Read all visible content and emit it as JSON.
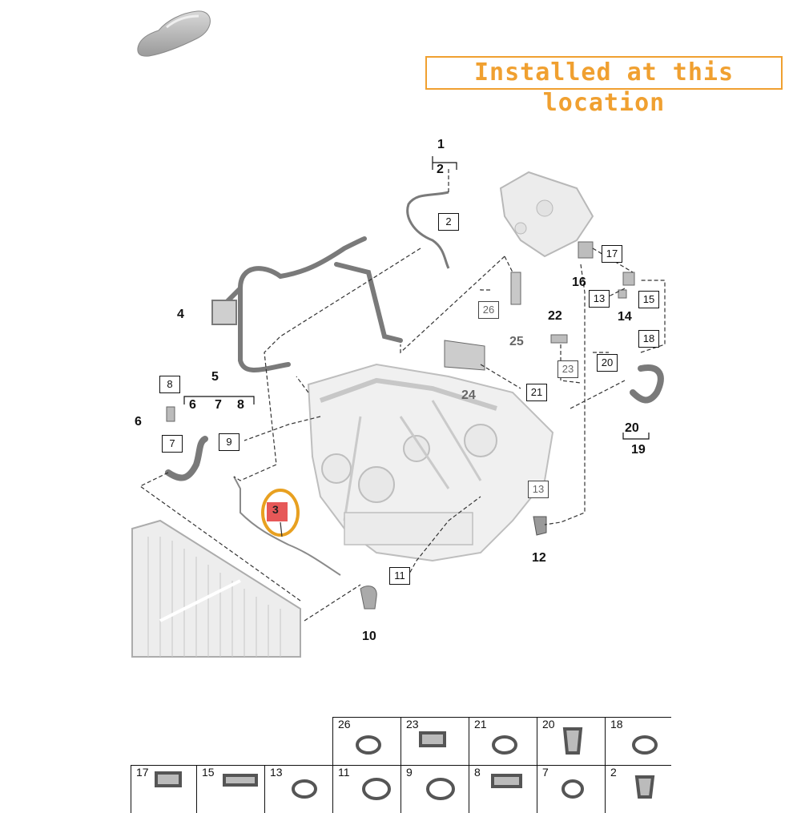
{
  "banner": {
    "text": "Installed at this location",
    "color": "#f0a030"
  },
  "highlight": {
    "part_number": "3",
    "color": "#e8a020",
    "marker_color": "#e23b3b"
  },
  "callouts": [
    {
      "id": "c1",
      "text": "1"
    },
    {
      "id": "c2",
      "text": "2"
    },
    {
      "id": "c4",
      "text": "4"
    },
    {
      "id": "c5",
      "text": "5"
    },
    {
      "id": "c6",
      "text": "6"
    },
    {
      "id": "c6b",
      "text": "6"
    },
    {
      "id": "c7",
      "text": "7"
    },
    {
      "id": "c8",
      "text": "8"
    },
    {
      "id": "c10",
      "text": "10"
    },
    {
      "id": "c12",
      "text": "12"
    },
    {
      "id": "c14",
      "text": "14"
    },
    {
      "id": "c16",
      "text": "16"
    },
    {
      "id": "c19",
      "text": "19"
    },
    {
      "id": "c20",
      "text": "20"
    },
    {
      "id": "c22",
      "text": "22"
    },
    {
      "id": "c24",
      "text": "24"
    },
    {
      "id": "c25",
      "text": "25"
    }
  ],
  "boxed_labels": [
    {
      "id": "b2",
      "text": "2"
    },
    {
      "id": "b8",
      "text": "8"
    },
    {
      "id": "b7",
      "text": "7"
    },
    {
      "id": "b9",
      "text": "9"
    },
    {
      "id": "b11",
      "text": "11"
    },
    {
      "id": "b13a",
      "text": "13"
    },
    {
      "id": "b13b",
      "text": "13"
    },
    {
      "id": "b15",
      "text": "15"
    },
    {
      "id": "b17",
      "text": "17"
    },
    {
      "id": "b18",
      "text": "18"
    },
    {
      "id": "b20",
      "text": "20"
    },
    {
      "id": "b21",
      "text": "21"
    },
    {
      "id": "b23",
      "text": "23"
    },
    {
      "id": "b26",
      "text": "26"
    }
  ],
  "parts_grid": {
    "row1": [
      "26",
      "23",
      "21",
      "20",
      "18"
    ],
    "row2": [
      "17",
      "15",
      "13",
      "11",
      "9",
      "8",
      "7",
      "2"
    ]
  }
}
